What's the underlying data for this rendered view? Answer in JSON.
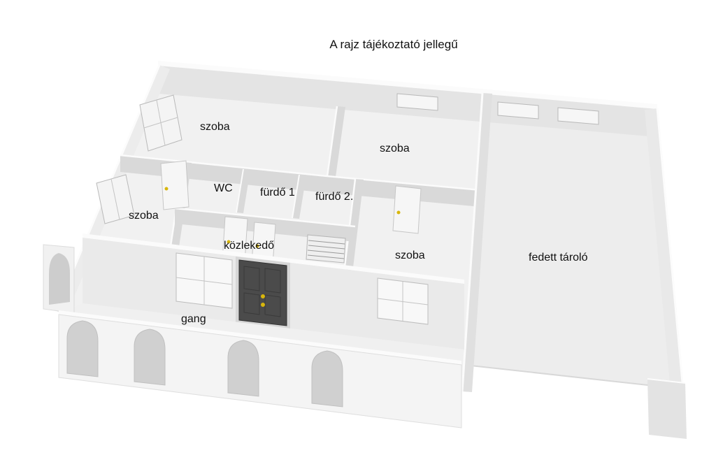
{
  "title": "A rajz tájékoztató jellegű",
  "rooms": {
    "szoba_top_left": "szoba",
    "szoba_top_right": "szoba",
    "szoba_left": "szoba",
    "szoba_bottom": "szoba",
    "wc": "WC",
    "furdo_1": "fürdő 1",
    "furdo_2": "fürdő 2.",
    "kozlekedo": "közlekedő",
    "gang": "gang",
    "fedett_tarolo": "fedett tároló"
  },
  "colors": {
    "entry_door": "#4b4b4b",
    "door_handle": "#d8b60c",
    "wall_face": "#d9d9d9",
    "wall_top": "#fbfbfb",
    "floor": "#f1f1f1",
    "opening_shadow": "#cfcfcf"
  }
}
